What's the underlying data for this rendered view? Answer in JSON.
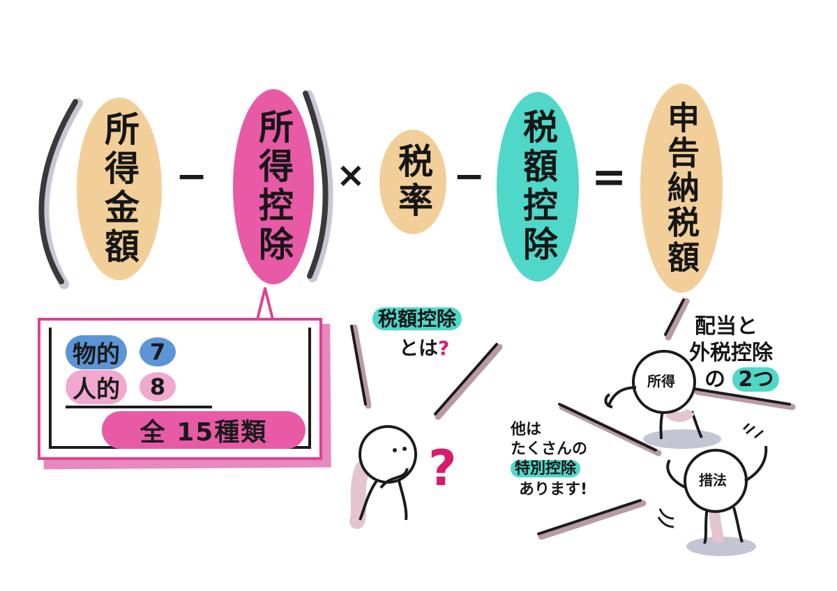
{
  "formula": {
    "income_amount": "所得金額",
    "income_deduction": "所得控除",
    "tax_rate": "税率",
    "tax_credit": "税額控除",
    "tax_due": "申告納税額",
    "minus": "−",
    "times": "×",
    "equals": "="
  },
  "deduction_box": {
    "physical_label": "物的",
    "physical_count": "7",
    "personal_label": "人的",
    "personal_count": "8",
    "total_label": "全 15種類"
  },
  "question": {
    "line1": "税額控除",
    "line2_text": "とは",
    "line2_mark": "?",
    "big_mark": "?"
  },
  "right_note": {
    "line1": "配当と",
    "line2": "外税控除",
    "line3_text": "の",
    "line3_highlight": "2つ"
  },
  "bottom_note": {
    "line1": "他は",
    "line2": "たくさんの",
    "line3": "特別控除",
    "line4": "あります!"
  },
  "figures": {
    "income_head": "所得",
    "measure_head": "措法"
  },
  "colors": {
    "peach": "#f2cf98",
    "pink": "#e85aa6",
    "pink_light": "#f1a8cf",
    "teal": "#4fd8c9",
    "blue": "#5b95d6",
    "qmark": "#d81b6a",
    "ink": "#161616",
    "shadow": "#b9a3ad"
  }
}
